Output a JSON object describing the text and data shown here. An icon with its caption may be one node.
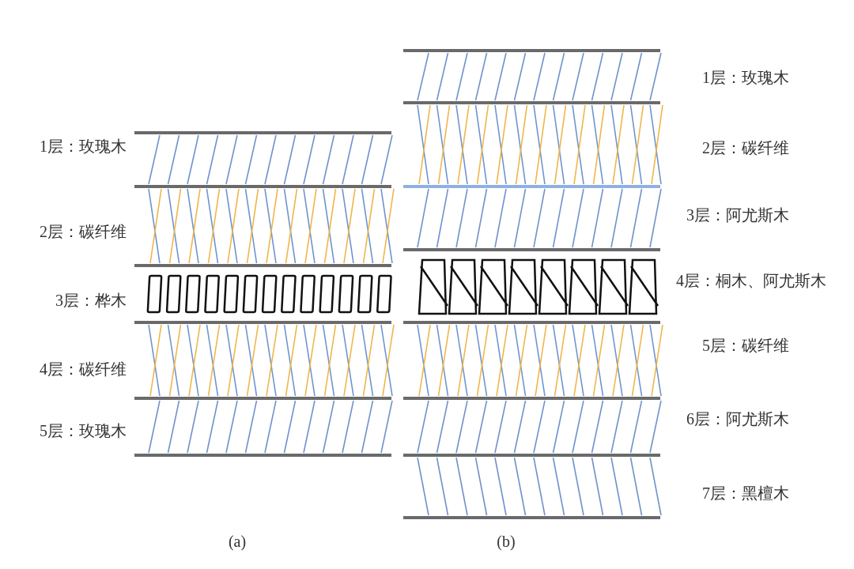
{
  "diagram": {
    "labels": [
      "1层：玫瑰木",
      "2层：碳纤维",
      "3层：桦木",
      "4层：碳纤维",
      "5层：玫瑰木",
      "(a)",
      "1层：玫瑰木",
      "2层：碳纤维",
      "3层：阿尤斯木",
      "4层：桐木、阿尤斯木",
      "5层：碳纤维",
      "6层：阿尤斯木",
      "7层：黑檀木",
      "(b)"
    ]
  }
}
